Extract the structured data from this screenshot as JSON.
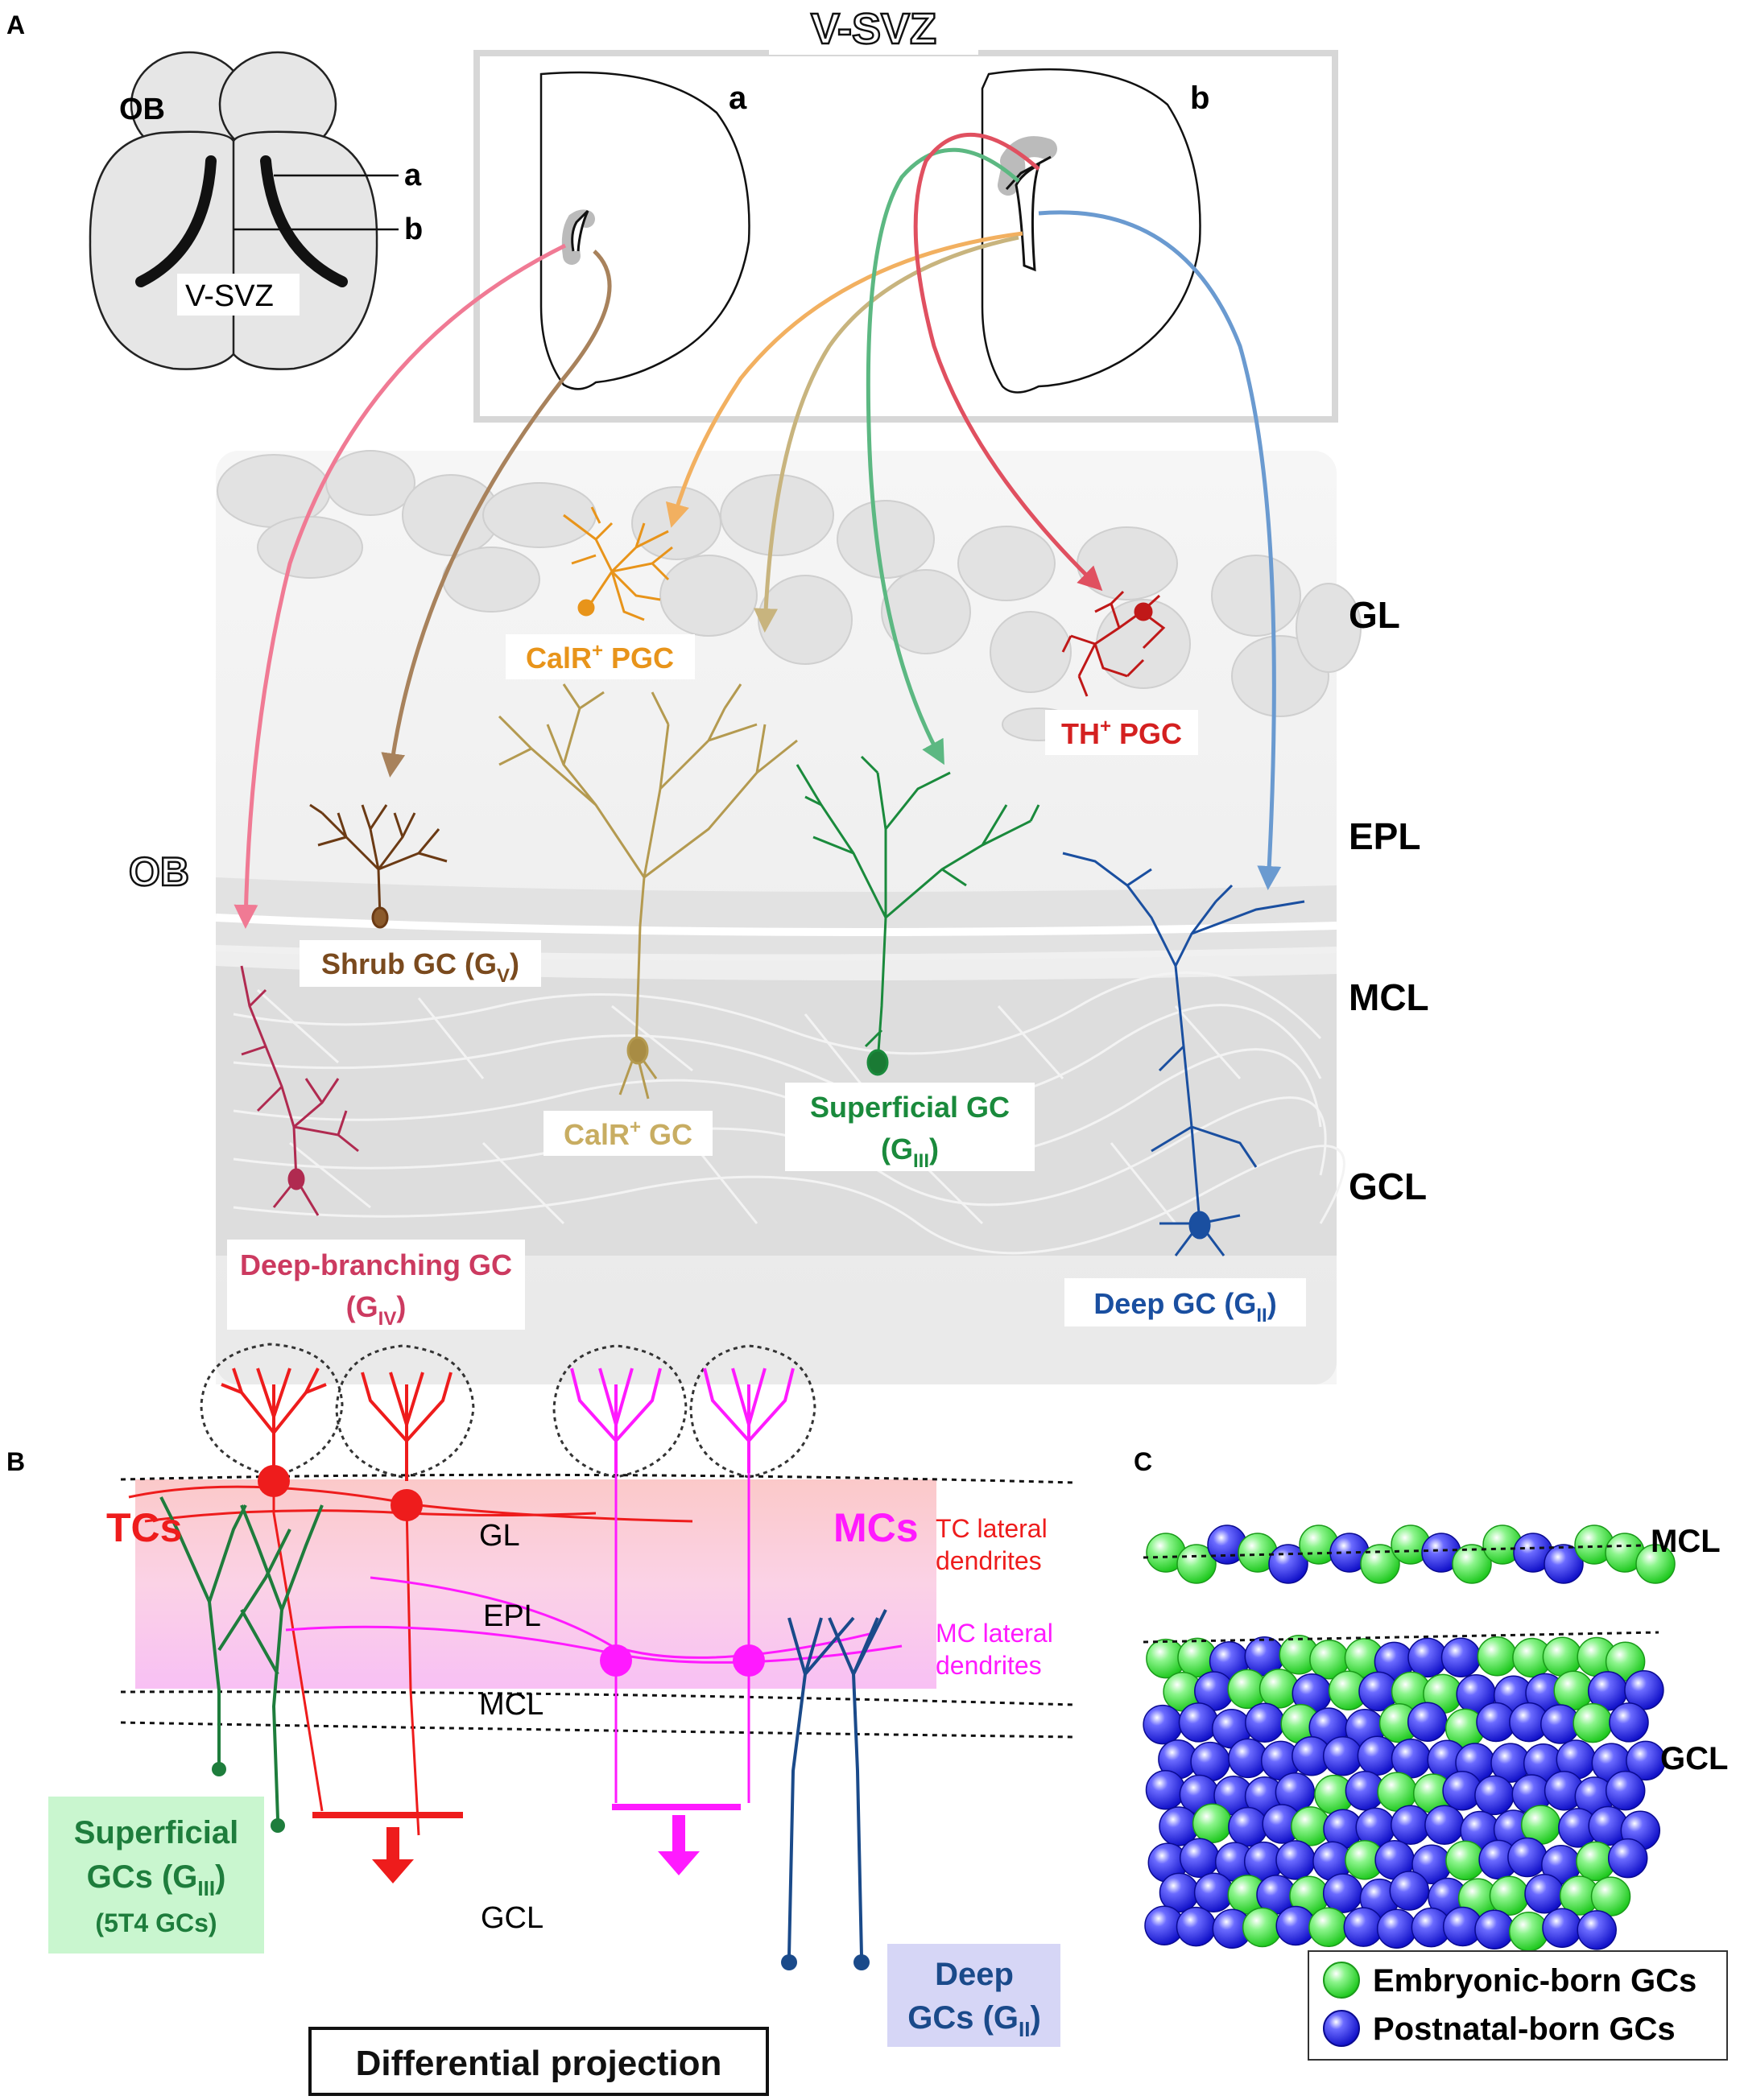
{
  "panelA": {
    "letter": "A",
    "vsvz_title": "V-SVZ",
    "brain": {
      "ob": "OB",
      "a": "a",
      "b": "b",
      "vsvz": "V-SVZ"
    },
    "sections": {
      "a": "a",
      "b": "b"
    },
    "ob_side": "OB",
    "layers": {
      "gl": "GL",
      "epl": "EPL",
      "mcl": "MCL",
      "gcl": "GCL"
    },
    "cells": {
      "calr_pgc": {
        "main": "CalR",
        "sup": "+",
        "rest": " PGC",
        "color": "#e8941a"
      },
      "th_pgc": {
        "main": "TH",
        "sup": "+",
        "rest": " PGC",
        "color": "#d42020"
      },
      "shrub_gc": {
        "main": "Shrub GC (G",
        "sub": "V",
        "rest": ")",
        "color": "#7a4a1e"
      },
      "calr_gc": {
        "main": "CalR",
        "sup": "+",
        "rest": " GC",
        "color": "#c8ad62"
      },
      "superficial_gc": {
        "line1": "Superficial GC",
        "main": "(G",
        "sub": "III",
        "rest": ")",
        "color": "#1a8a3c"
      },
      "deep_branching_gc": {
        "line1": "Deep-branching GC",
        "main": "(G",
        "sub": "IV",
        "rest": ")",
        "color": "#cc3a60"
      },
      "deep_gc": {
        "main": "Deep GC (G",
        "sub": "II",
        "rest": ")",
        "color": "#1a4fa0"
      }
    }
  },
  "panelB": {
    "letter": "B",
    "tcs": "TCs",
    "mcs": "MCs",
    "gl": "GL",
    "epl": "EPL",
    "mcl": "MCL",
    "gcl": "GCL",
    "tc_lateral_1": "TC lateral",
    "tc_lateral_2": "dendrites",
    "mc_lateral_1": "MC lateral",
    "mc_lateral_2": "dendrites",
    "superficial_1": "Superficial",
    "superficial_2_main": "GCs (G",
    "superficial_2_sub": "III",
    "superficial_2_rest": ")",
    "superficial_3": "(5T4 GCs)",
    "deep_1": "Deep",
    "deep_2_main": "GCs (G",
    "deep_2_sub": "II",
    "deep_2_rest": ")",
    "differential": "Differential projection",
    "colors": {
      "tc": "#ee1c1c",
      "mc": "#ff1aff",
      "superficial": "#1e7d3c",
      "deep": "#1a4a8a"
    }
  },
  "panelC": {
    "letter": "C",
    "mcl": "MCL",
    "gcl": "GCL",
    "legend_embryonic": "Embryonic-born GCs",
    "legend_postnatal": "Postnatal-born GCs",
    "colors": {
      "embryonic": "#2ee82e",
      "postnatal": "#1e1ee0"
    }
  }
}
